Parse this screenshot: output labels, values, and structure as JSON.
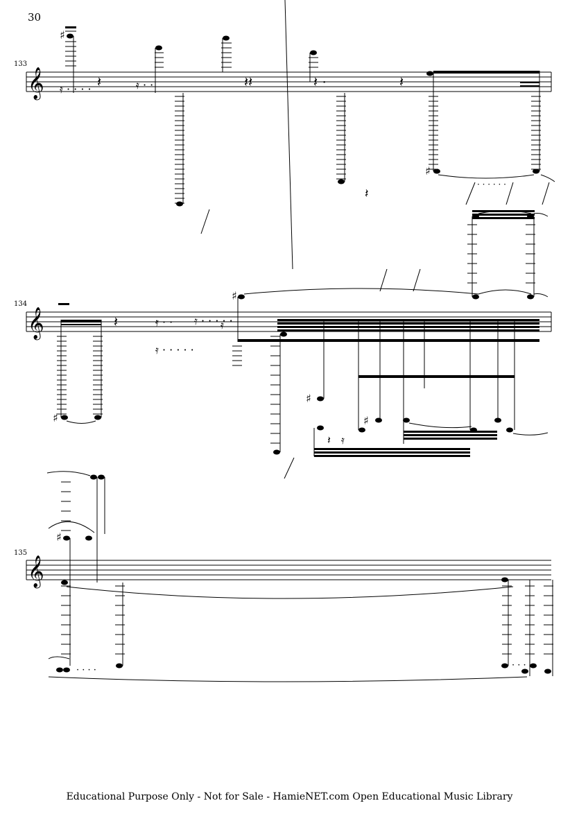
{
  "page_number": "30",
  "systems": [
    {
      "measure_number": "133"
    },
    {
      "measure_number": "134"
    },
    {
      "measure_number": "135"
    }
  ],
  "footer": "Educational Purpose Only - Not for Sale - HamieNET.com Open Educational Music Library",
  "glyphs": {
    "treble_clef": "𝄞",
    "sharp": "♯",
    "quarter_rest": "𝄽",
    "sixteenth_rest": "𝄿"
  },
  "colors": {
    "ink": "#000000",
    "paper": "#ffffff"
  }
}
